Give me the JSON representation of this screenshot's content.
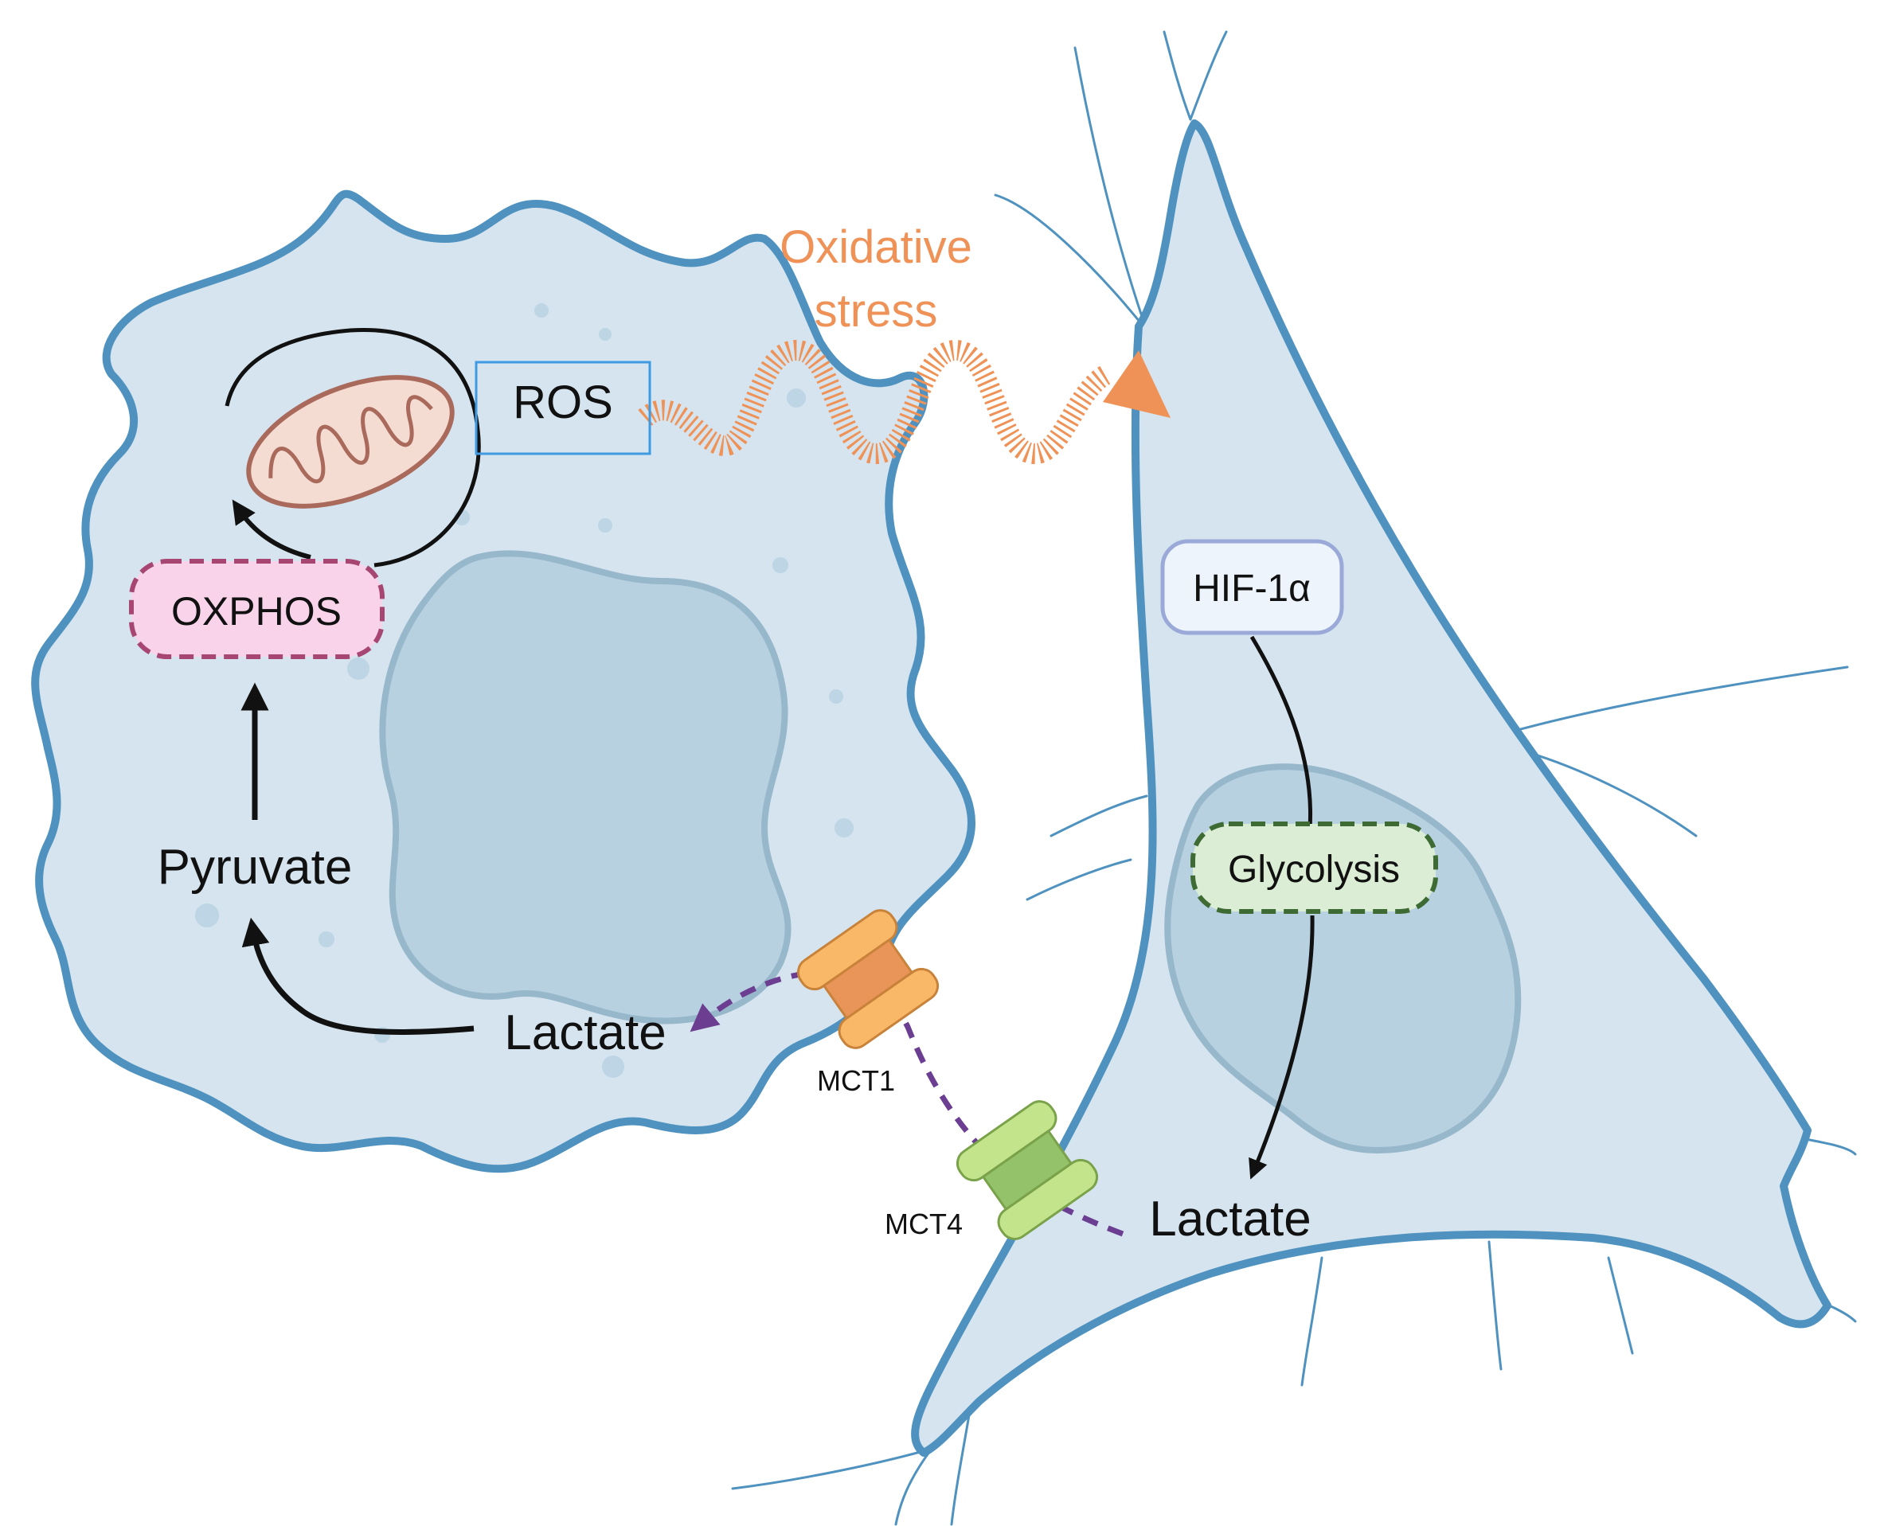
{
  "labels": {
    "ros": "ROS",
    "oxidative_stress_line1": "Oxidative",
    "oxidative_stress_line2": "stress",
    "oxphos": "OXPHOS",
    "pyruvate": "Pyruvate",
    "lactate_left": "Lactate",
    "mct1": "MCT1",
    "mct4": "MCT4",
    "hif": "HIF-1α",
    "glycolysis": "Glycolysis",
    "lactate_right": "Lactate"
  },
  "colors": {
    "cell_fill": "#d5e4ee",
    "cell_stroke": "#4f92bf",
    "nucleus_fill": "#b7d1e1",
    "nucleus_stroke": "#97b7cb",
    "oxidative_stress": "#ef9257",
    "oxphos_fill": "#f8d3ea",
    "oxphos_border": "#a74672",
    "glycolysis_fill": "#dbeed5",
    "glycolysis_border": "#3d6b33",
    "hif_fill": "#edf4fc",
    "hif_border": "#9aa9d8",
    "ros_border": "#3f9ae2",
    "lactate_flux": "#6b3e92",
    "mct1_fill": "#f8b867",
    "mct4_fill": "#c4e48c",
    "mitochondrion_fill": "#f5dcd3",
    "mitochondrion_stroke": "#a96a5c"
  },
  "icons": {
    "mitochondrion": "mitochondrion-icon",
    "mct1": "mct1-transporter-icon",
    "mct4": "mct4-transporter-icon"
  }
}
